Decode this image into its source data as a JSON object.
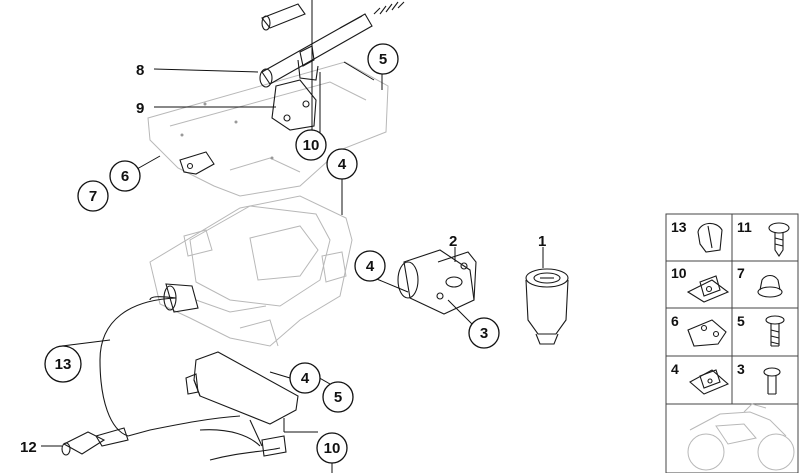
{
  "callouts": {
    "c1": "1",
    "c2": "2",
    "c3": "3",
    "c4a": "4",
    "c4b": "4",
    "c4c": "4",
    "c5a": "5",
    "c5b": "5",
    "c6": "6",
    "c7": "7",
    "c8": "8",
    "c9": "9",
    "c10a": "10",
    "c10b": "10",
    "c12": "12",
    "c13": "13"
  },
  "legend": {
    "r1l": "13",
    "r1r": "11",
    "r2l": "10",
    "r2r": "7",
    "r3l": "6",
    "r3r": "5",
    "r4l": "4",
    "r4r": "3"
  }
}
